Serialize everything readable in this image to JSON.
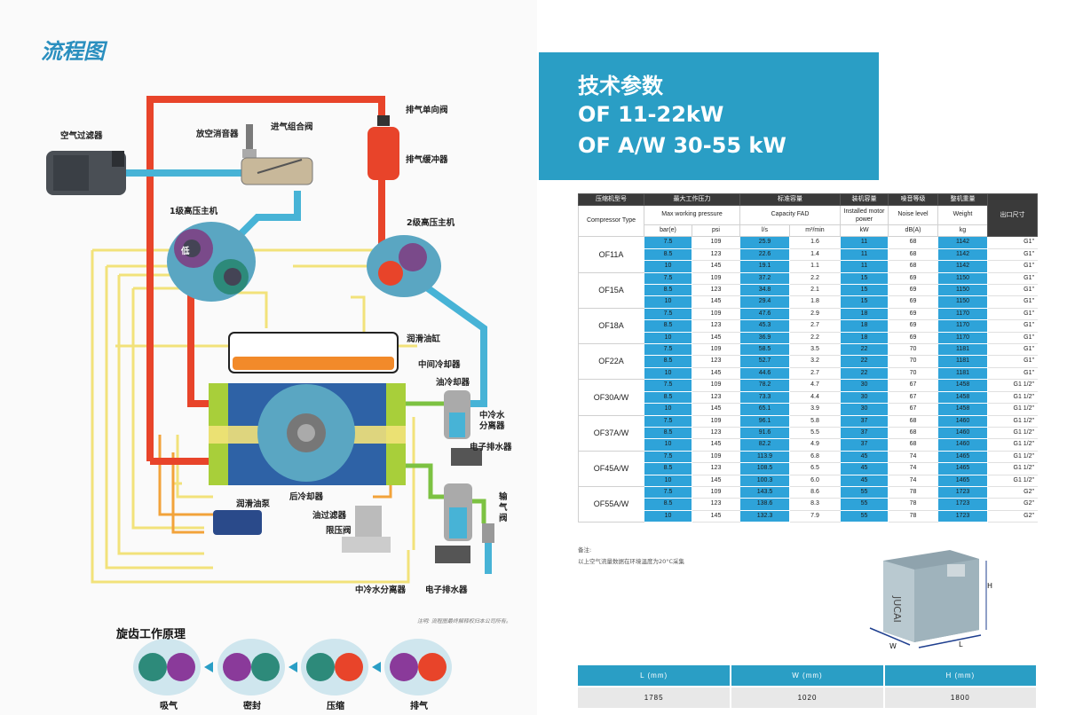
{
  "left": {
    "title": "流程图",
    "labels": {
      "air_filter": "空气过滤器",
      "vent_silencer": "放空消音器",
      "inlet_valve": "进气组合阀",
      "exhaust_check": "排气单向阀",
      "exhaust_buffer": "排气缓冲器",
      "stage1": "1级高压主机",
      "stage2": "2级高压主机",
      "low": "低",
      "lube_tank": "润滑油缸",
      "intercooler": "中间冷却器",
      "oil_cooler": "油冷却器",
      "mid_separator": "中冷水",
      "mid_separator2": "分离器",
      "drain1": "电子排水器",
      "aftercooler": "后冷却器",
      "lube_pump": "润滑油泵",
      "oil_filter": "油过滤器",
      "pressure_limiter": "限压阀",
      "supply_valve": "输气阀",
      "mid_separator_bottom": "中冷水分离器",
      "drain2": "电子排水器"
    },
    "note": "注明: 流程图最终解释权归本公司所有。",
    "rotary": {
      "title": "旋齿工作原理",
      "steps": [
        "吸气",
        "密封",
        "压缩",
        "排气"
      ]
    }
  },
  "right": {
    "header": {
      "line1": "技术参数",
      "line2": "OF 11-22kW",
      "line3": "OF A/W 30-55 kW"
    },
    "table": {
      "h_model_cn": "压缩机型号",
      "h_model_en": "Compressor Type",
      "h_pressure_cn": "最大工作压力",
      "h_pressure_en": "Max working pressure",
      "h_fad_cn": "标准容量",
      "h_fad_en": "Capacity FAD",
      "h_power_cn": "装机容量",
      "h_power_en": "Installed motor power",
      "h_noise_cn": "噪音等级",
      "h_noise_en": "Noise level",
      "h_weight_cn": "整机重量",
      "h_weight_en": "Weight",
      "h_port_cn": "出口尺寸",
      "u_bar": "bar(e)",
      "u_psi": "psi",
      "u_ls": "l/s",
      "u_m3": "m³/min",
      "u_kw": "kW",
      "u_db": "dB(A)",
      "u_kg": "kg",
      "models": [
        {
          "name": "OF11A",
          "rows": [
            [
              "7.5",
              "109",
              "25.9",
              "1.6",
              "11",
              "68",
              "1142",
              "G1\""
            ],
            [
              "8.5",
              "123",
              "22.6",
              "1.4",
              "11",
              "68",
              "1142",
              "G1\""
            ],
            [
              "10",
              "145",
              "19.1",
              "1.1",
              "11",
              "68",
              "1142",
              "G1\""
            ]
          ]
        },
        {
          "name": "OF15A",
          "rows": [
            [
              "7.5",
              "109",
              "37.2",
              "2.2",
              "15",
              "69",
              "1150",
              "G1\""
            ],
            [
              "8.5",
              "123",
              "34.8",
              "2.1",
              "15",
              "69",
              "1150",
              "G1\""
            ],
            [
              "10",
              "145",
              "29.4",
              "1.8",
              "15",
              "69",
              "1150",
              "G1\""
            ]
          ]
        },
        {
          "name": "OF18A",
          "rows": [
            [
              "7.5",
              "109",
              "47.6",
              "2.9",
              "18",
              "69",
              "1170",
              "G1\""
            ],
            [
              "8.5",
              "123",
              "45.3",
              "2.7",
              "18",
              "69",
              "1170",
              "G1\""
            ],
            [
              "10",
              "145",
              "36.9",
              "2.2",
              "18",
              "69",
              "1170",
              "G1\""
            ]
          ]
        },
        {
          "name": "OF22A",
          "rows": [
            [
              "7.5",
              "109",
              "58.5",
              "3.5",
              "22",
              "70",
              "1181",
              "G1\""
            ],
            [
              "8.5",
              "123",
              "52.7",
              "3.2",
              "22",
              "70",
              "1181",
              "G1\""
            ],
            [
              "10",
              "145",
              "44.6",
              "2.7",
              "22",
              "70",
              "1181",
              "G1\""
            ]
          ]
        },
        {
          "name": "OF30A/W",
          "rows": [
            [
              "7.5",
              "109",
              "78.2",
              "4.7",
              "30",
              "67",
              "1458",
              "G1 1/2\""
            ],
            [
              "8.5",
              "123",
              "73.3",
              "4.4",
              "30",
              "67",
              "1458",
              "G1 1/2\""
            ],
            [
              "10",
              "145",
              "65.1",
              "3.9",
              "30",
              "67",
              "1458",
              "G1 1/2\""
            ]
          ]
        },
        {
          "name": "OF37A/W",
          "rows": [
            [
              "7.5",
              "109",
              "96.1",
              "5.8",
              "37",
              "68",
              "1460",
              "G1 1/2\""
            ],
            [
              "8.5",
              "123",
              "91.6",
              "5.5",
              "37",
              "68",
              "1460",
              "G1 1/2\""
            ],
            [
              "10",
              "145",
              "82.2",
              "4.9",
              "37",
              "68",
              "1460",
              "G1 1/2\""
            ]
          ]
        },
        {
          "name": "OF45A/W",
          "rows": [
            [
              "7.5",
              "109",
              "113.9",
              "6.8",
              "45",
              "74",
              "1465",
              "G1 1/2\""
            ],
            [
              "8.5",
              "123",
              "108.5",
              "6.5",
              "45",
              "74",
              "1465",
              "G1 1/2\""
            ],
            [
              "10",
              "145",
              "100.3",
              "6.0",
              "45",
              "74",
              "1465",
              "G1 1/2\""
            ]
          ]
        },
        {
          "name": "OF55A/W",
          "rows": [
            [
              "7.5",
              "109",
              "143.5",
              "8.6",
              "55",
              "78",
              "1723",
              "G2\""
            ],
            [
              "8.5",
              "123",
              "138.6",
              "8.3",
              "55",
              "78",
              "1723",
              "G2\""
            ],
            [
              "10",
              "145",
              "132.3",
              "7.9",
              "55",
              "78",
              "1723",
              "G2\""
            ]
          ]
        }
      ]
    },
    "remarks": {
      "line1": "备注:",
      "line2": "以上空气流量数据在环境温度为20°C采集"
    },
    "product_brand": "JUCAI",
    "dim_labels": {
      "h": "H",
      "w": "W",
      "l": "L"
    },
    "dims": {
      "headers": [
        "L (mm)",
        "W (mm)",
        "H (mm)"
      ],
      "values": [
        "1785",
        "1020",
        "1800"
      ]
    },
    "colors": {
      "accent": "#2a9ec5",
      "table_blue": "#2ea3d9",
      "header_dark": "#3a3a3a",
      "hot_pipe": "#e8442a",
      "cool_pipe": "#47b3d6",
      "oil_pipe": "#f2e27a"
    }
  }
}
